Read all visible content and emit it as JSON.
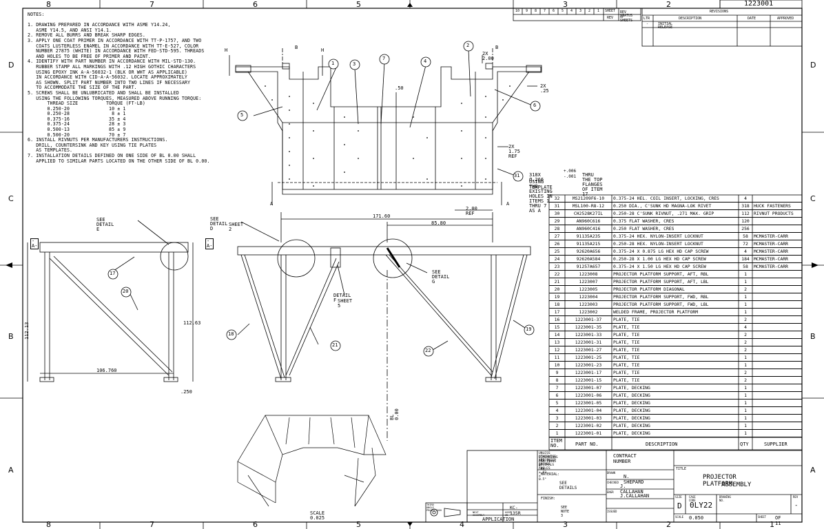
{
  "drawing_number": "1223001",
  "zones_top": [
    "8",
    "7",
    "6",
    "5",
    "4",
    "3",
    "2",
    "1"
  ],
  "zones_side": [
    "D",
    "C",
    "B",
    "A"
  ],
  "notes": [
    "NOTES:",
    "",
    "1. DRAWING PREPARED IN ACCORDANCE WITH ASME Y14.24,",
    "   ASME Y14.5, AND ANSI Y14.1.",
    "2. REMOVE ALL BURRS AND BREAK SHARP EDGES.",
    "3. APPLY ONE COAT PRIMER IN ACCORDANCE WITH TT-P-1757, AND TWO",
    "   COATS LUSTERLESS ENAMEL IN ACCORDANCE WITH TT-E-527, COLOR",
    "   NUMBER 27875 (WHITE) IN ACCORDANCE WITH FED-STD-595. THREADS",
    "   AND HOLES TO BE FREE OF PRIMER AND PAINT.",
    "4. IDENTIFY WITH PART NUMBER IN ACCORDANCE WITH MIL-STD-130.",
    "   RUBBER STAMP ALL MARKINGS WITH .12 HIGH GOTHIC CHARACTERS",
    "   USING EPOXY INK A-A-56032-1 (BLK OR WHT AS APPLICABLE)",
    "   IN ACCORDANCE WITH CID-A-A-56032. LOCATE APPROXIMATELY",
    "   AS SHOWN. SPLIT PART NUMBER INTO TWO LINES IF NECESSARY",
    "   TO ACCOMMODATE THE SIZE OF THE PART.",
    "5. SCREWS SHALL BE UNLUBRICATED AND SHALL BE INSTALLED",
    "   USING THE FOLLOWING TORQUES, MEASURED ABOVE RUNNING TORQUE:",
    "       THREAD SIZE          TORQUE (FT-LB)",
    "       0.250-20              10 ± 1",
    "       0.250-28               8 ± 1",
    "       0.375-16              35 ± 4",
    "       0.375-24              28 ± 3",
    "       0.500-13              85 ± 9",
    "       0.500-20              70 ± 7",
    "6. INSTALL RIVNUTS PER MANUFACTURERS INSTRUCTIONS.",
    "   DRILL, COUNTERSINK AND KEY USING TIE PLATES",
    "   AS TEMPLATES.",
    "7. INSTALLATION DETAILS DEFINED ON ONE SIDE OF BL 0.00 SHALL",
    "   APPLIED TO SIMILAR PARTS LOCATED ON THE OTHER SIDE OF BL 0.00."
  ],
  "top_view": {
    "balloons": [
      "1",
      "2",
      "3",
      "7",
      "4",
      "5",
      "6",
      "31"
    ],
    "dims": {
      "two_x_200": "2X 2.00",
      "two_x_25": "2X .25",
      "two_x_175": "2X 1.75 REF",
      "dim_50": ".50",
      "two_ref": "2.00 REF"
    },
    "section_marks": [
      "B",
      "B",
      "H",
      "H",
      "A",
      "A"
    ],
    "hole_note_1": "318X Ø.266",
    "hole_tol_plus": "+.006",
    "hole_tol_minus": "-.001",
    "hole_note_2": "THRU THE TOP FLANGES OF ITEM 17",
    "hole_note_3": "USING THE EXISTING HOLES IN ITEMS 1 THRU 7 AS A",
    "hole_note_4": "TEMPLATE"
  },
  "side_view": {
    "datum": "-A-",
    "see_detail_e": "SEE DETAIL  E",
    "balloons": [
      "17",
      "20"
    ],
    "dim_height": "112.13",
    "dim_inner": "112.63",
    "dim_width": "106.760",
    "dim_250": ".250"
  },
  "front_view": {
    "datum": "-A-",
    "see_detail_d_1": "SEE DETAIL  D",
    "see_detail_d_2": "SHEET 2",
    "see_detail_f_1": "DETAIL  F",
    "see_detail_f_2": "SHEET 5",
    "see_detail_g": "SEE DETAIL  G",
    "dim_total": "171.60",
    "dim_half": "85.80",
    "bl": "BL 0.00",
    "balloons": [
      "18",
      "21",
      "22",
      "19"
    ]
  },
  "iso_view": {
    "scale": "SCALE  0.025"
  },
  "bom": {
    "headers": {
      "item": "ITEM NO.",
      "part": "PART NO.",
      "desc": "DESCRIPTION",
      "qty": "QTY",
      "supplier": "SUPPLIER"
    },
    "rows": [
      {
        "item": "32",
        "part": "MS21209F6-10",
        "desc": "0.375-24 HEL. COIL INSERT, LOCKING, CRES",
        "qty": "4",
        "supplier": ""
      },
      {
        "item": "31",
        "part": "MSL100-R8-12",
        "desc": "0.250 DIA., C'SUNK HD MAGNA-LOK RIVET",
        "qty": "318",
        "supplier": "HUCK FASTENERS"
      },
      {
        "item": "30",
        "part": "CH2528K27IL",
        "desc": "0.250-28 C'SUNK RIVNUT, .271 MAX. GRIP",
        "qty": "112",
        "supplier": "RIVNUT PRODUCTS"
      },
      {
        "item": "29",
        "part": "AN960C616",
        "desc": "0.375 FLAT WASHER, CRES",
        "qty": "120",
        "supplier": ""
      },
      {
        "item": "28",
        "part": "AN960C416",
        "desc": "0.250 FLAT WASHER, CRES",
        "qty": "256",
        "supplier": ""
      },
      {
        "item": "27",
        "part": "91135A235",
        "desc": "0.375-24 HEX. NYLON-INSERT LOCKNUT",
        "qty": "58",
        "supplier": "MCMASTER-CARR"
      },
      {
        "item": "26",
        "part": "91135A215",
        "desc": "0.250-28 HEX. NYLON-INSERT LOCKNUT",
        "qty": "72",
        "supplier": "MCMASTER-CARR"
      },
      {
        "item": "25",
        "part": "92620A656",
        "desc": "0.375-24 X 0.875 LG HEX HD CAP SCREW",
        "qty": "4",
        "supplier": "MCMASTER-CARR"
      },
      {
        "item": "24",
        "part": "92620A584",
        "desc": "0.250-28 X 1.00 LG HEX HD CAP SCREW",
        "qty": "184",
        "supplier": "MCMASTER-CARR"
      },
      {
        "item": "23",
        "part": "91257A657",
        "desc": "0.375-24 X 1.50 LG HEX HD CAP SCREW",
        "qty": "58",
        "supplier": "MCMASTER-CARR"
      },
      {
        "item": "22",
        "part": "1223008",
        "desc": "PROJECTOR PLATFORM SUPPORT, AFT, RBL",
        "qty": "1",
        "supplier": ""
      },
      {
        "item": "21",
        "part": "1223007",
        "desc": "PROJECTOR PLATFORM SUPPORT, AFT, LBL",
        "qty": "1",
        "supplier": ""
      },
      {
        "item": "20",
        "part": "1223005",
        "desc": "PROJECTOR PLATFORM DIAGONAL",
        "qty": "2",
        "supplier": ""
      },
      {
        "item": "19",
        "part": "1223004",
        "desc": "PROJECTOR PLATFORM SUPPORT, FWD, RBL",
        "qty": "1",
        "supplier": ""
      },
      {
        "item": "18",
        "part": "1223003",
        "desc": "PROJECTOR PLATFORM SUPPORT, FWD, LBL",
        "qty": "1",
        "supplier": ""
      },
      {
        "item": "17",
        "part": "1223002",
        "desc": "WELDED FRAME, PROJECTOR PLATFORM",
        "qty": "1",
        "supplier": ""
      },
      {
        "item": "16",
        "part": "1223001-37",
        "desc": "PLATE, TIE",
        "qty": "2",
        "supplier": ""
      },
      {
        "item": "15",
        "part": "1223001-35",
        "desc": "PLATE, TIE",
        "qty": "4",
        "supplier": ""
      },
      {
        "item": "14",
        "part": "1223001-33",
        "desc": "PLATE, TIE",
        "qty": "2",
        "supplier": ""
      },
      {
        "item": "13",
        "part": "1223001-31",
        "desc": "PLATE,  TIE",
        "qty": "2",
        "supplier": ""
      },
      {
        "item": "12",
        "part": "1223001-27",
        "desc": "PLATE,  TIE",
        "qty": "2",
        "supplier": ""
      },
      {
        "item": "11",
        "part": "1223001-25",
        "desc": "PLATE,  TIE",
        "qty": "1",
        "supplier": ""
      },
      {
        "item": "10",
        "part": "1223001-23",
        "desc": "PLATE,  TIE",
        "qty": "1",
        "supplier": ""
      },
      {
        "item": "9",
        "part": "1223001-17",
        "desc": "PLATE,  TIE",
        "qty": "2",
        "supplier": ""
      },
      {
        "item": "8",
        "part": "1223001-15",
        "desc": "PLATE,  TIE",
        "qty": "2",
        "supplier": ""
      },
      {
        "item": "7",
        "part": "1223001-07",
        "desc": "PLATE, DECKING",
        "qty": "1",
        "supplier": ""
      },
      {
        "item": "6",
        "part": "1223001-06",
        "desc": "PLATE, DECKING",
        "qty": "1",
        "supplier": ""
      },
      {
        "item": "5",
        "part": "1223001-05",
        "desc": "PLATE, DECKING",
        "qty": "1",
        "supplier": ""
      },
      {
        "item": "4",
        "part": "1223001-04",
        "desc": "PLATE, DECKING",
        "qty": "1",
        "supplier": ""
      },
      {
        "item": "3",
        "part": "1223001-03",
        "desc": "PLATE, DECKING",
        "qty": "1",
        "supplier": ""
      },
      {
        "item": "2",
        "part": "1223001-02",
        "desc": "PLATE, DECKING",
        "qty": "1",
        "supplier": ""
      },
      {
        "item": "1",
        "part": "1223001-01",
        "desc": "PLATE, DECKING",
        "qty": "1",
        "supplier": ""
      }
    ]
  },
  "revisions": {
    "sheet_label": "SHEET",
    "rev_label": "REV",
    "rev_status": "REV STATUS",
    "of_sheets": "OF SHEETS",
    "sheet_numbers": [
      "10",
      "9",
      "8",
      "7",
      "6",
      "5",
      "4",
      "3",
      "2",
      "1"
    ],
    "title": "REVISIONS",
    "cols": [
      "LTR",
      "DESCRIPTION",
      "DATE",
      "APPROVED"
    ],
    "row_ltr": "-",
    "row_desc": "INITIAL RELEASE"
  },
  "title_block": {
    "tolerance_1": "UNLESS OTHERWISE SPECIFIED",
    "tolerance_2": "DIMENSIONS ARE IN INCHES",
    "tolerance_3": "FRACTIONS   DECIMALS   ANGLES",
    "tolerance_4": "±        .XX ±.03        ± 0.5°",
    "contract_label": "CONTRACT NUMBER",
    "material_label": "MATERIAL:",
    "material_value": "SEE DETAILS",
    "finish_label": "FINISH:",
    "finish_value": "SEE NOTE 3",
    "drawn_label": "DRAWN",
    "drawn_name": "N. SHEPARD",
    "checked_label": "CHECKED",
    "checked_name": "J. CALLAHAN",
    "eng_label": "ENGR",
    "eng_name": "J.CALLAHAN",
    "issued_label": "ISSUED",
    "title_label": "TITLE",
    "title_1": "PROJECTOR PLATFORM",
    "title_2": "ASSEMBLY",
    "size_label": "SIZE",
    "size": "D",
    "cage_label": "CAGE CODE",
    "cage": "0LY22",
    "dwg_label": "DRAWING NO.",
    "rev_label": "REV",
    "rev": "-",
    "scale_label": "SCALE",
    "scale": "0.050",
    "sheet_label": "SHEET",
    "sheet": "OF 11",
    "next_assy_label": "NEXT ASSEMBLY",
    "used_on_label": "USED ON",
    "next_assy": "KC-135R",
    "application": "APPLICATION",
    "third_angle": "THIRD ANGLE PROJECTION"
  }
}
